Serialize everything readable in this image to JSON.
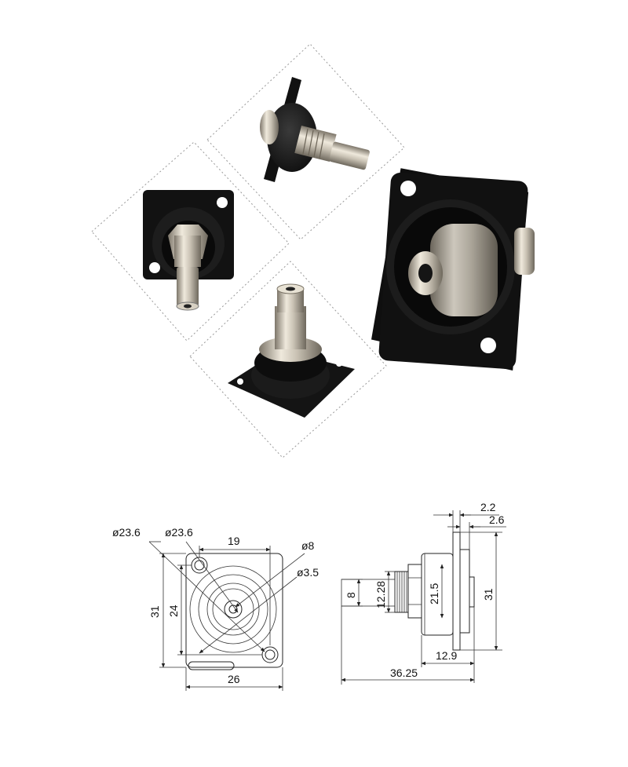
{
  "front_view": {
    "dim_hole_dia": "ø23.6",
    "dim_body_dia": "ø23.6",
    "dim_hole_spacing": "19",
    "dim_height": "31",
    "dim_hole_vspacing": "24",
    "dim_width": "26",
    "dim_outer_ring": "ø8",
    "dim_bore": "ø3.5"
  },
  "side_view": {
    "dim_flange_thick": "2.2",
    "dim_panel_gap": "2.6",
    "dim_plate_height": "31",
    "dim_sleeve_dia": "8",
    "dim_thread_dia": "12.28",
    "dim_body_height": "21.5",
    "dim_body_length": "12.9",
    "dim_total_length": "36.25"
  },
  "colors": {
    "connector_black": "#111111",
    "nickel": "#c9c2b4",
    "line": "#222222"
  }
}
